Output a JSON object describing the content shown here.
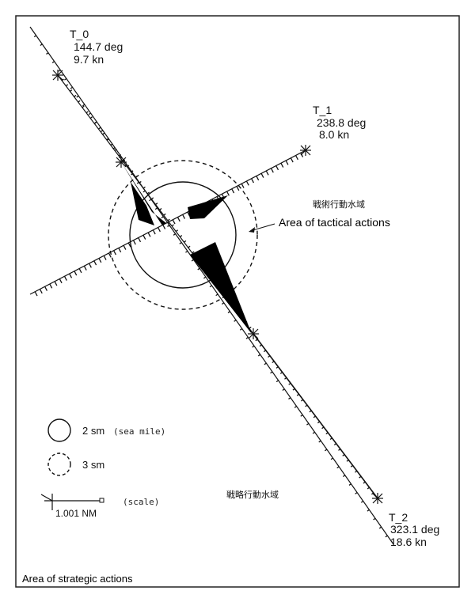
{
  "ships": [
    {
      "id": "T_0",
      "course": "144.7 deg",
      "speed": "9.7 kn"
    },
    {
      "id": "T_1",
      "course": "238.8 deg",
      "speed": "8.0 kn"
    },
    {
      "id": "T_2",
      "course": "323.1 deg",
      "speed": "18.6 kn"
    }
  ],
  "labels": {
    "tactical_jp": "戦術行動水域",
    "tactical_en": "Area of tactical actions",
    "strategic_jp": "戦略行動水域",
    "strategic_en": "Area of strategic actions"
  },
  "legend": {
    "circle_2sm": "2 sm",
    "circle_2sm_note": "(sea mile)",
    "circle_3sm": "3 sm",
    "scale_note": "(scale)",
    "scale_value": "1.001 NM"
  }
}
